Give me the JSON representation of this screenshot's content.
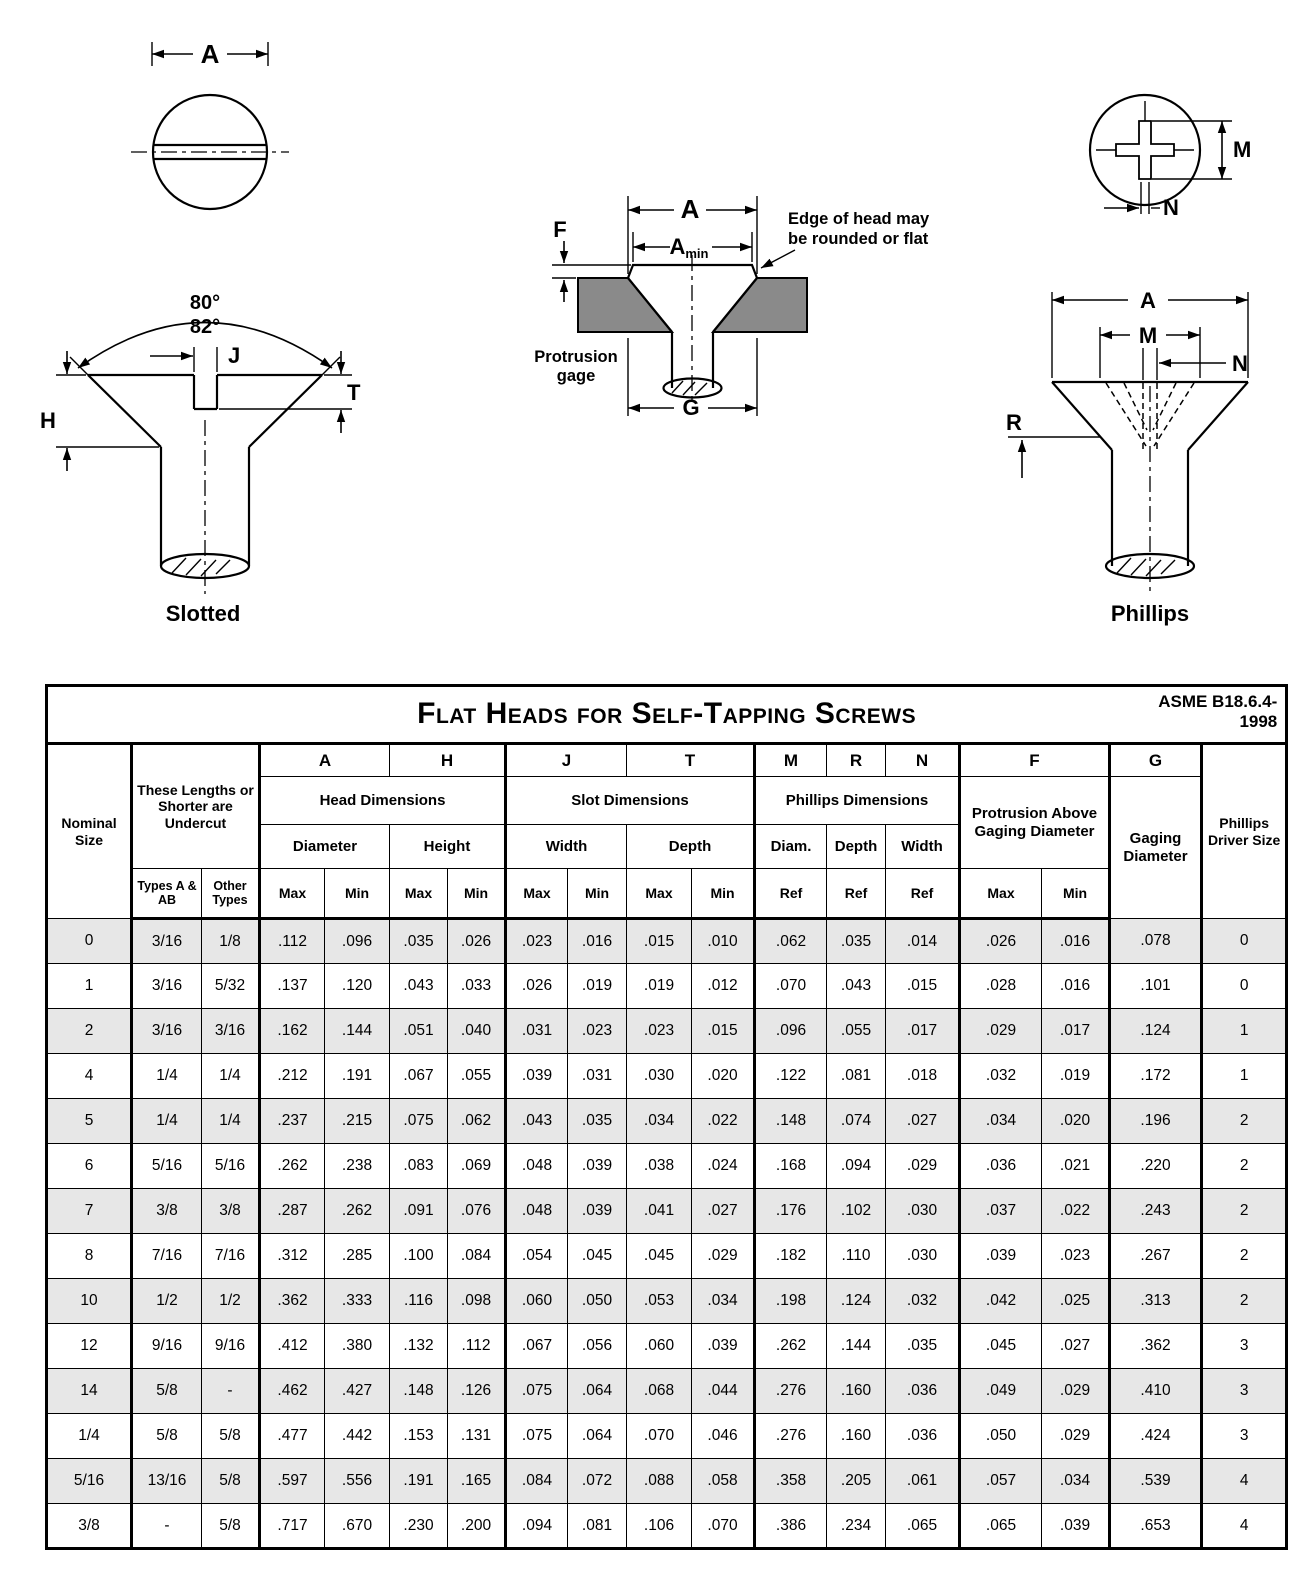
{
  "diagrams": {
    "slotted": {
      "caption": "Slotted",
      "dim_a": "A",
      "angle_1": "80°",
      "angle_2": "82°",
      "dim_j": "J",
      "dim_t": "T",
      "dim_h": "H"
    },
    "section": {
      "dim_a": "A",
      "dim_a_min_base": "A",
      "dim_a_min_sub": "min",
      "dim_f": "F",
      "dim_g": "G",
      "edge_note_1": "Edge of head may",
      "edge_note_2": "be rounded or flat",
      "gage_label_1": "Protrusion",
      "gage_label_2": "gage"
    },
    "phillips": {
      "caption": "Phillips",
      "top_dim_m": "M",
      "top_dim_n": "N",
      "dim_a": "A",
      "dim_m": "M",
      "dim_n": "N",
      "dim_r": "R"
    }
  },
  "table": {
    "title": "Flat Heads for Self-Tapping Screws",
    "standard_line1": "ASME B18.6.4-",
    "standard_line2": "1998",
    "headers": {
      "nominal_size": "Nominal Size",
      "undercut": "These Lengths or Shorter are Undercut",
      "letters": {
        "a": "A",
        "h": "H",
        "j": "J",
        "t": "T",
        "m": "M",
        "r": "R",
        "n": "N",
        "f": "F",
        "g": "G"
      },
      "groups": {
        "head": "Head Dimensions",
        "slot": "Slot Dimensions",
        "phillips": "Phillips Dimensions",
        "protrusion": "Protrusion Above Gaging Diameter"
      },
      "subs": {
        "diameter": "Diameter",
        "height": "Height",
        "width": "Width",
        "depth": "Depth",
        "diam": "Diam.",
        "depth2": "Depth",
        "width2": "Width"
      },
      "gaging": "Gaging Diameter",
      "driver": "Phillips Driver Size",
      "types_a_ab": "Types A & AB",
      "other_types": "Other Types",
      "max": "Max",
      "min": "Min",
      "ref": "Ref"
    },
    "rows": [
      [
        "0",
        "3/16",
        "1/8",
        ".112",
        ".096",
        ".035",
        ".026",
        ".023",
        ".016",
        ".015",
        ".010",
        ".062",
        ".035",
        ".014",
        ".026",
        ".016",
        ".078",
        "0"
      ],
      [
        "1",
        "3/16",
        "5/32",
        ".137",
        ".120",
        ".043",
        ".033",
        ".026",
        ".019",
        ".019",
        ".012",
        ".070",
        ".043",
        ".015",
        ".028",
        ".016",
        ".101",
        "0"
      ],
      [
        "2",
        "3/16",
        "3/16",
        ".162",
        ".144",
        ".051",
        ".040",
        ".031",
        ".023",
        ".023",
        ".015",
        ".096",
        ".055",
        ".017",
        ".029",
        ".017",
        ".124",
        "1"
      ],
      [
        "4",
        "1/4",
        "1/4",
        ".212",
        ".191",
        ".067",
        ".055",
        ".039",
        ".031",
        ".030",
        ".020",
        ".122",
        ".081",
        ".018",
        ".032",
        ".019",
        ".172",
        "1"
      ],
      [
        "5",
        "1/4",
        "1/4",
        ".237",
        ".215",
        ".075",
        ".062",
        ".043",
        ".035",
        ".034",
        ".022",
        ".148",
        ".074",
        ".027",
        ".034",
        ".020",
        ".196",
        "2"
      ],
      [
        "6",
        "5/16",
        "5/16",
        ".262",
        ".238",
        ".083",
        ".069",
        ".048",
        ".039",
        ".038",
        ".024",
        ".168",
        ".094",
        ".029",
        ".036",
        ".021",
        ".220",
        "2"
      ],
      [
        "7",
        "3/8",
        "3/8",
        ".287",
        ".262",
        ".091",
        ".076",
        ".048",
        ".039",
        ".041",
        ".027",
        ".176",
        ".102",
        ".030",
        ".037",
        ".022",
        ".243",
        "2"
      ],
      [
        "8",
        "7/16",
        "7/16",
        ".312",
        ".285",
        ".100",
        ".084",
        ".054",
        ".045",
        ".045",
        ".029",
        ".182",
        ".110",
        ".030",
        ".039",
        ".023",
        ".267",
        "2"
      ],
      [
        "10",
        "1/2",
        "1/2",
        ".362",
        ".333",
        ".116",
        ".098",
        ".060",
        ".050",
        ".053",
        ".034",
        ".198",
        ".124",
        ".032",
        ".042",
        ".025",
        ".313",
        "2"
      ],
      [
        "12",
        "9/16",
        "9/16",
        ".412",
        ".380",
        ".132",
        ".112",
        ".067",
        ".056",
        ".060",
        ".039",
        ".262",
        ".144",
        ".035",
        ".045",
        ".027",
        ".362",
        "3"
      ],
      [
        "14",
        "5/8",
        "-",
        ".462",
        ".427",
        ".148",
        ".126",
        ".075",
        ".064",
        ".068",
        ".044",
        ".276",
        ".160",
        ".036",
        ".049",
        ".029",
        ".410",
        "3"
      ],
      [
        "1/4",
        "5/8",
        "5/8",
        ".477",
        ".442",
        ".153",
        ".131",
        ".075",
        ".064",
        ".070",
        ".046",
        ".276",
        ".160",
        ".036",
        ".050",
        ".029",
        ".424",
        "3"
      ],
      [
        "5/16",
        "13/16",
        "5/8",
        ".597",
        ".556",
        ".191",
        ".165",
        ".084",
        ".072",
        ".088",
        ".058",
        ".358",
        ".205",
        ".061",
        ".057",
        ".034",
        ".539",
        "4"
      ],
      [
        "3/8",
        "-",
        "5/8",
        ".717",
        ".670",
        ".230",
        ".200",
        ".094",
        ".081",
        ".106",
        ".070",
        ".386",
        ".234",
        ".065",
        ".065",
        ".039",
        ".653",
        "4"
      ]
    ]
  }
}
